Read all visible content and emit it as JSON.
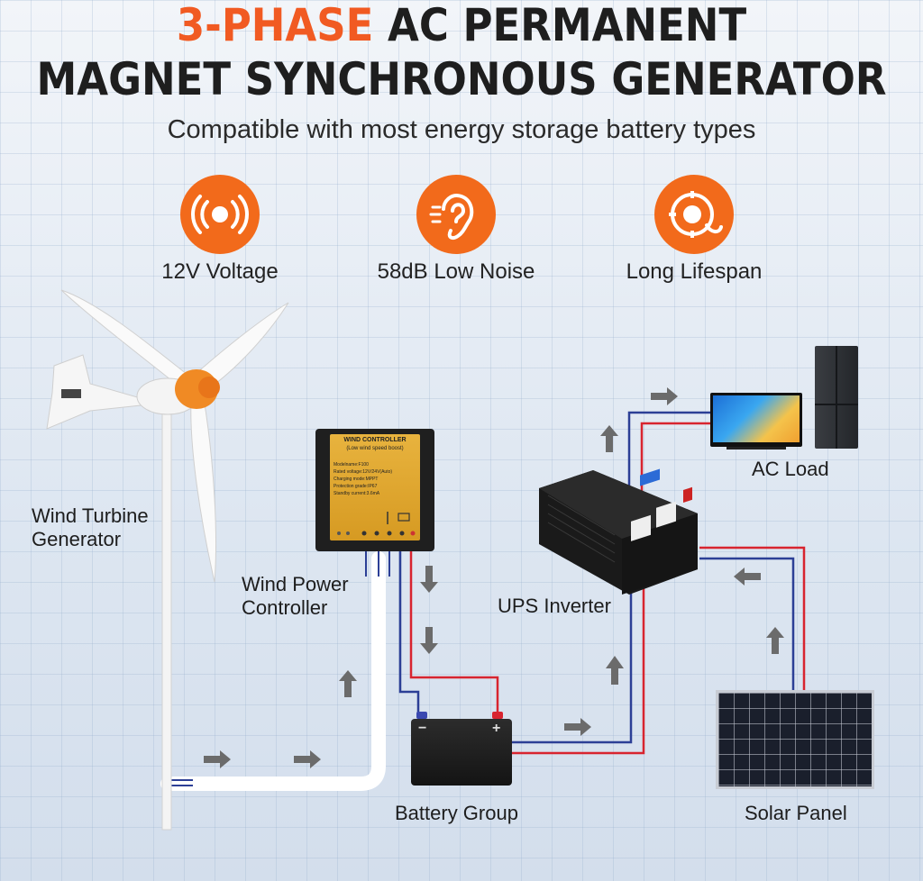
{
  "header": {
    "title_accent": "3-PHASE",
    "title_rest": " AC PERMANENT",
    "title_line2": "MAGNET SYNCHRONOUS GENERATOR",
    "subtitle": "Compatible with most energy storage battery types"
  },
  "features": [
    {
      "icon": "vibration-icon",
      "label": "12V Voltage"
    },
    {
      "icon": "ear-icon",
      "label": "58dB Low Noise"
    },
    {
      "icon": "lifespan-icon",
      "label": "Long Lifespan"
    }
  ],
  "diagram": {
    "wind_turbine": "Wind Turbine\nGenerator",
    "wind_controller": "Wind Power\nController",
    "ups_inverter": "UPS Inverter",
    "ac_load": "AC Load",
    "battery": "Battery Group",
    "solar": "Solar Panel"
  },
  "controller_panel": {
    "heading": "WIND CONTROLLER",
    "subheading": "(Low wind speed boost)",
    "specs": [
      "Modelname:F100",
      "Rated voltage:12V/24V(Auto)",
      "Charging mode:MPPT",
      "Protection grade:IP67",
      "Standby current:3.6mA"
    ]
  },
  "battery_marks": {
    "minus": "−",
    "plus": "+"
  },
  "colors": {
    "accent": "#f15a22",
    "icon_bg": "#f26a1b",
    "wire_red": "#d8242f",
    "wire_blue": "#2c3f96",
    "arrow": "#6b6b6b"
  }
}
